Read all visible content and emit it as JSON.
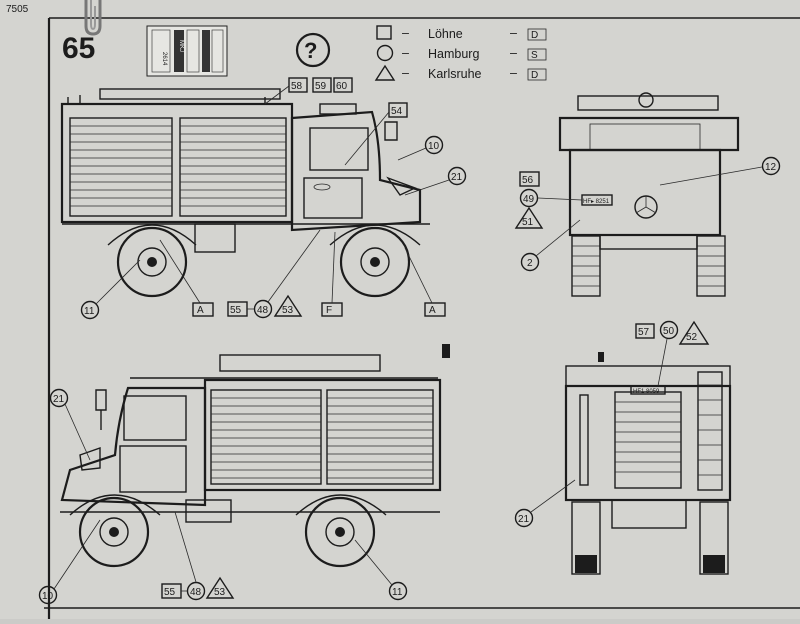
{
  "header": {
    "kit_number": "7505",
    "step_number": "65"
  },
  "legend": {
    "icon": "question-mark-circle-icon",
    "entries": [
      {
        "shape": "square",
        "city": "Löhne",
        "code": "D"
      },
      {
        "shape": "circle",
        "city": "Hamburg",
        "code": "S"
      },
      {
        "shape": "triangle",
        "city": "Karlsruhe",
        "code": "D"
      }
    ]
  },
  "decal_sheet": {
    "number": "2614",
    "marking": "MKJ"
  },
  "plates": {
    "front": "HF▸ 8251",
    "rear": "HF1 8059"
  },
  "callouts": {
    "side_left_upper": [
      "58",
      "59",
      "60",
      "54",
      "10",
      "21"
    ],
    "side_left_lower": [
      "11",
      "A",
      "55",
      "48",
      "53",
      "F",
      "A"
    ],
    "front": [
      "56",
      "49",
      "51",
      "12",
      "2"
    ],
    "rear": [
      "57",
      "50",
      "52",
      "21"
    ],
    "side_right": [
      "21",
      "10",
      "55",
      "48",
      "53",
      "11"
    ]
  }
}
